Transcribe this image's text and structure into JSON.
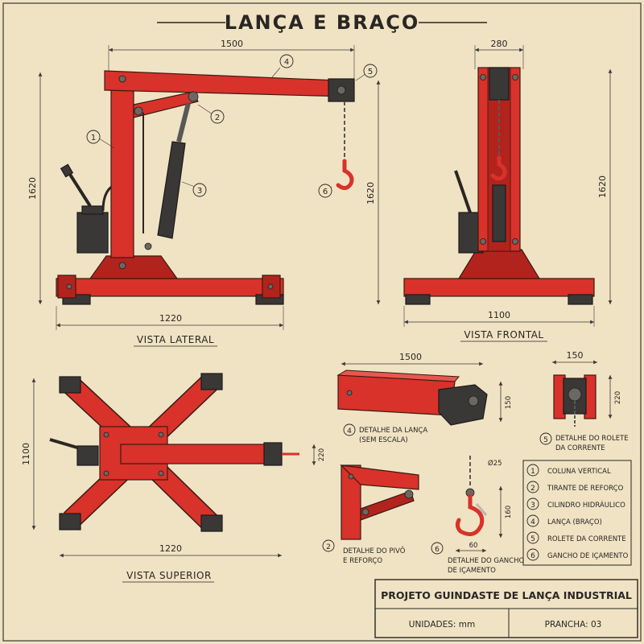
{
  "title": "LANÇA E BRAÇO",
  "views": {
    "lateral": "VISTA LATERAL",
    "frontal": "VISTA FRONTAL",
    "superior": "VISTA SUPERIOR"
  },
  "dimensions": {
    "lateral_width_top": "1500",
    "lateral_height_left": "1620",
    "lateral_height_right": "1620",
    "lateral_base": "1220",
    "frontal_top": "280",
    "frontal_height": "1620",
    "frontal_base": "1100",
    "superior_height": "1100",
    "superior_width": "1220",
    "superior_beam": "220",
    "boom_detail_length": "1500",
    "boom_detail_height": "150",
    "roller_width": "150",
    "roller_height": "220",
    "hook_diameter": "Ø25",
    "hook_height": "160",
    "hook_width": "60"
  },
  "callouts": [
    "1",
    "2",
    "3",
    "4",
    "5",
    "6"
  ],
  "details": {
    "d4_num": "4",
    "d4_line1": "DETALHE DA LANÇA",
    "d4_line2": "(SEM ESCALA)",
    "d5_num": "5",
    "d5_line1": "DETALHE DO ROLETE",
    "d5_line2": "DA CORRENTE",
    "d2_num": "2",
    "d2_line1": "DETALHE DO PIVÔ",
    "d2_line2": "E REFORÇO",
    "d6_num": "6",
    "d6_line1": "DETALHE DO GANCHO",
    "d6_line2": "DE IÇAMENTO"
  },
  "legend": [
    {
      "num": "1",
      "label": "COLUNA VERTICAL"
    },
    {
      "num": "2",
      "label": "TIRANTE DE REFORÇO"
    },
    {
      "num": "3",
      "label": "CILINDRO HIDRÁULICO"
    },
    {
      "num": "4",
      "label": "LANÇA (BRAÇO)"
    },
    {
      "num": "5",
      "label": "ROLETE DA CORRENTE"
    },
    {
      "num": "6",
      "label": "GANCHO DE IÇAMENTO"
    }
  ],
  "titleblock": {
    "project": "PROJETO GUINDASTE DE LANÇA INDUSTRIAL",
    "units": "UNIDADES: mm",
    "sheet": "PRANCHA: 03"
  },
  "colors": {
    "paper": "#efe3c4",
    "steel_red": "#d8322a",
    "ink": "#2a2622",
    "cylinder": "#3a3836"
  }
}
